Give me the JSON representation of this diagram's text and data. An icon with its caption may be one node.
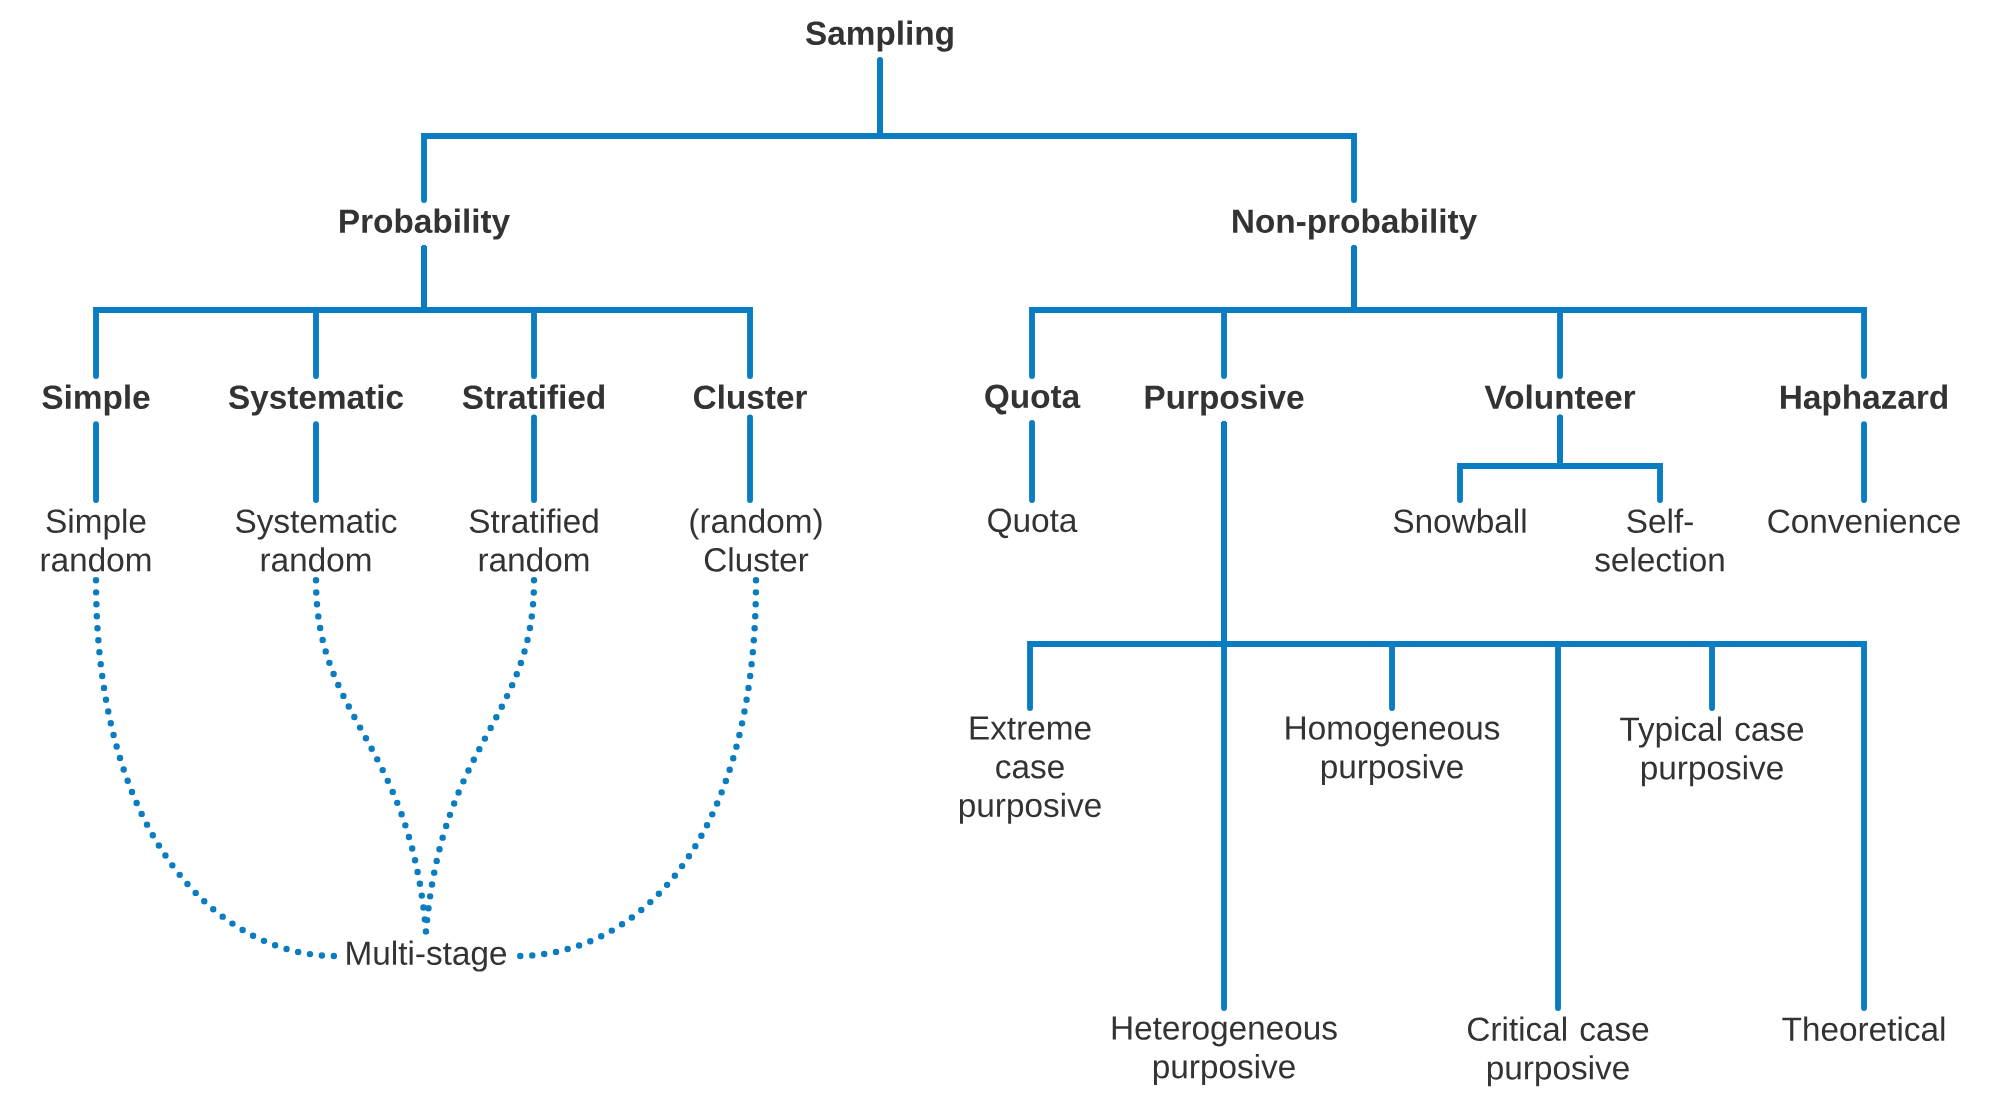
{
  "diagram": {
    "nodes": [
      {
        "text": [
          "Sampling"
        ]
      },
      {
        "text": [
          "Probability"
        ]
      },
      {
        "text": [
          "Non-probability"
        ]
      },
      {
        "text": [
          "Simple"
        ]
      },
      {
        "text": [
          "Systematic"
        ]
      },
      {
        "text": [
          "Stratified"
        ]
      },
      {
        "text": [
          "Cluster"
        ]
      },
      {
        "text": [
          "Simple random"
        ]
      },
      {
        "text": [
          "Systematic random"
        ]
      },
      {
        "text": [
          "Stratified random"
        ]
      },
      {
        "text": [
          "(random) Cluster"
        ]
      },
      {
        "text": [
          "Multi-stage"
        ]
      },
      {
        "text": [
          "Quota"
        ]
      },
      {
        "text": [
          "Purposive"
        ]
      },
      {
        "text": [
          "Volunteer"
        ]
      },
      {
        "text": [
          "Haphazard"
        ]
      },
      {
        "text": [
          "Quota"
        ]
      },
      {
        "text": [
          "Snowball"
        ]
      },
      {
        "text": [
          "Self- selection"
        ]
      },
      {
        "text": [
          "Convenience"
        ]
      },
      {
        "text": [
          "Extreme case purposive"
        ]
      },
      {
        "text": [
          "Homogeneous purposive"
        ]
      },
      {
        "text": [
          "Typical case purposive"
        ]
      },
      {
        "text": [
          "Heterogeneous purposive"
        ]
      },
      {
        "text": [
          "Critical case purposive"
        ]
      },
      {
        "text": [
          "Theoretical"
        ]
      }
    ],
    "edges": [
      {
        "from": 0,
        "to": 1,
        "arrow": "none"
      },
      {
        "from": 0,
        "to": 2,
        "arrow": "none"
      },
      {
        "from": 1,
        "to": 3,
        "arrow": "none"
      },
      {
        "from": 1,
        "to": 4,
        "arrow": "none"
      },
      {
        "from": 1,
        "to": 5,
        "arrow": "none"
      },
      {
        "from": 1,
        "to": 6,
        "arrow": "none"
      },
      {
        "from": 3,
        "to": 7,
        "arrow": "none"
      },
      {
        "from": 4,
        "to": 8,
        "arrow": "none"
      },
      {
        "from": 5,
        "to": 9,
        "arrow": "none"
      },
      {
        "from": 6,
        "to": 10,
        "arrow": "none"
      },
      {
        "from": 7,
        "to": 11,
        "arrow": "none",
        "style": "dashed"
      },
      {
        "from": 8,
        "to": 11,
        "arrow": "none",
        "style": "dashed"
      },
      {
        "from": 9,
        "to": 11,
        "arrow": "none",
        "style": "dashed"
      },
      {
        "from": 10,
        "to": 11,
        "arrow": "none",
        "style": "dashed"
      },
      {
        "from": 2,
        "to": 12,
        "arrow": "none"
      },
      {
        "from": 2,
        "to": 13,
        "arrow": "none"
      },
      {
        "from": 2,
        "to": 14,
        "arrow": "none"
      },
      {
        "from": 2,
        "to": 15,
        "arrow": "none"
      },
      {
        "from": 12,
        "to": 16,
        "arrow": "none"
      },
      {
        "from": 14,
        "to": 17,
        "arrow": "none"
      },
      {
        "from": 14,
        "to": 18,
        "arrow": "none"
      },
      {
        "from": 15,
        "to": 19,
        "arrow": "none"
      },
      {
        "from": 13,
        "to": 20,
        "arrow": "none"
      },
      {
        "from": 13,
        "to": 21,
        "arrow": "none"
      },
      {
        "from": 13,
        "to": 22,
        "arrow": "none"
      },
      {
        "from": 13,
        "to": 23,
        "arrow": "none"
      },
      {
        "from": 13,
        "to": 24,
        "arrow": "none"
      },
      {
        "from": 13,
        "to": 25,
        "arrow": "none"
      }
    ]
  }
}
